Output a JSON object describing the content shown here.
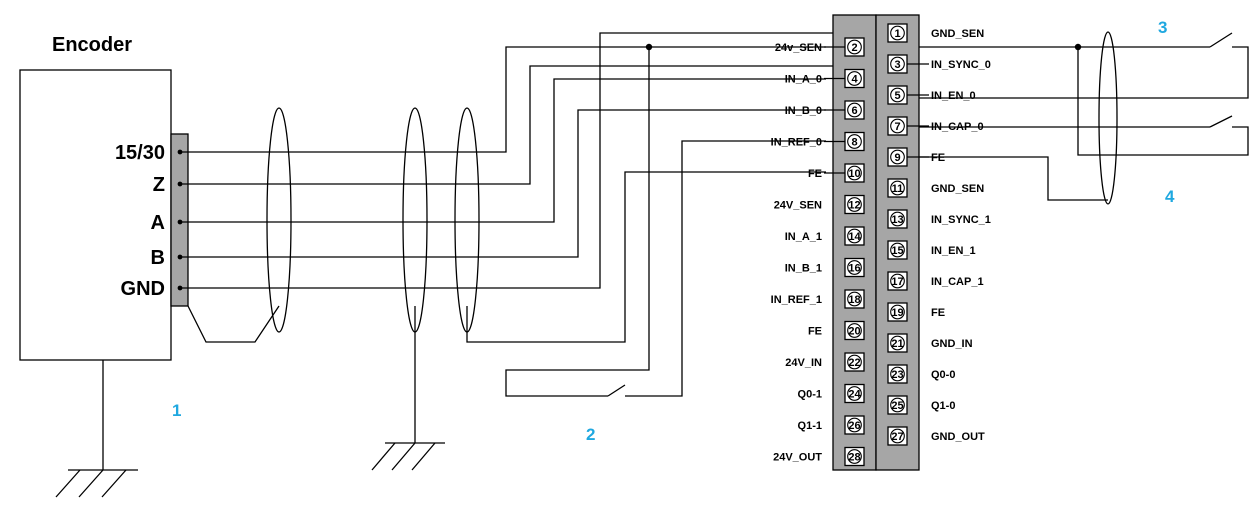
{
  "encoder": {
    "title": "Encoder",
    "pins": [
      "15/30",
      "Z",
      "A",
      "B",
      "GND"
    ]
  },
  "terminal_left": [
    {
      "num": "2",
      "label": "24v_SEN"
    },
    {
      "num": "4",
      "label": "IN_A_0"
    },
    {
      "num": "6",
      "label": "IN_B_0"
    },
    {
      "num": "8",
      "label": "IN_REF_0"
    },
    {
      "num": "10",
      "label": "FE"
    },
    {
      "num": "12",
      "label": "24V_SEN"
    },
    {
      "num": "14",
      "label": "IN_A_1"
    },
    {
      "num": "16",
      "label": "IN_B_1"
    },
    {
      "num": "18",
      "label": "IN_REF_1"
    },
    {
      "num": "20",
      "label": "FE"
    },
    {
      "num": "22",
      "label": "24V_IN"
    },
    {
      "num": "24",
      "label": "Q0-1"
    },
    {
      "num": "26",
      "label": "Q1-1"
    },
    {
      "num": "28",
      "label": "24V_OUT"
    }
  ],
  "terminal_right": [
    {
      "num": "1",
      "label": "GND_SEN"
    },
    {
      "num": "3",
      "label": "IN_SYNC_0"
    },
    {
      "num": "5",
      "label": "IN_EN_0"
    },
    {
      "num": "7",
      "label": "IN_CAP_0"
    },
    {
      "num": "9",
      "label": "FE"
    },
    {
      "num": "11",
      "label": "GND_SEN"
    },
    {
      "num": "13",
      "label": "IN_SYNC_1"
    },
    {
      "num": "15",
      "label": "IN_EN_1"
    },
    {
      "num": "17",
      "label": "IN_CAP_1"
    },
    {
      "num": "19",
      "label": "FE"
    },
    {
      "num": "21",
      "label": "GND_IN"
    },
    {
      "num": "23",
      "label": "Q0-0"
    },
    {
      "num": "25",
      "label": "Q1-0"
    },
    {
      "num": "27",
      "label": "GND_OUT"
    }
  ],
  "callouts": [
    "1",
    "2",
    "3",
    "4"
  ],
  "colors": {
    "line": "#000000",
    "terminal_fill": "#a6a6a6",
    "callout": "#1fa8e0"
  }
}
